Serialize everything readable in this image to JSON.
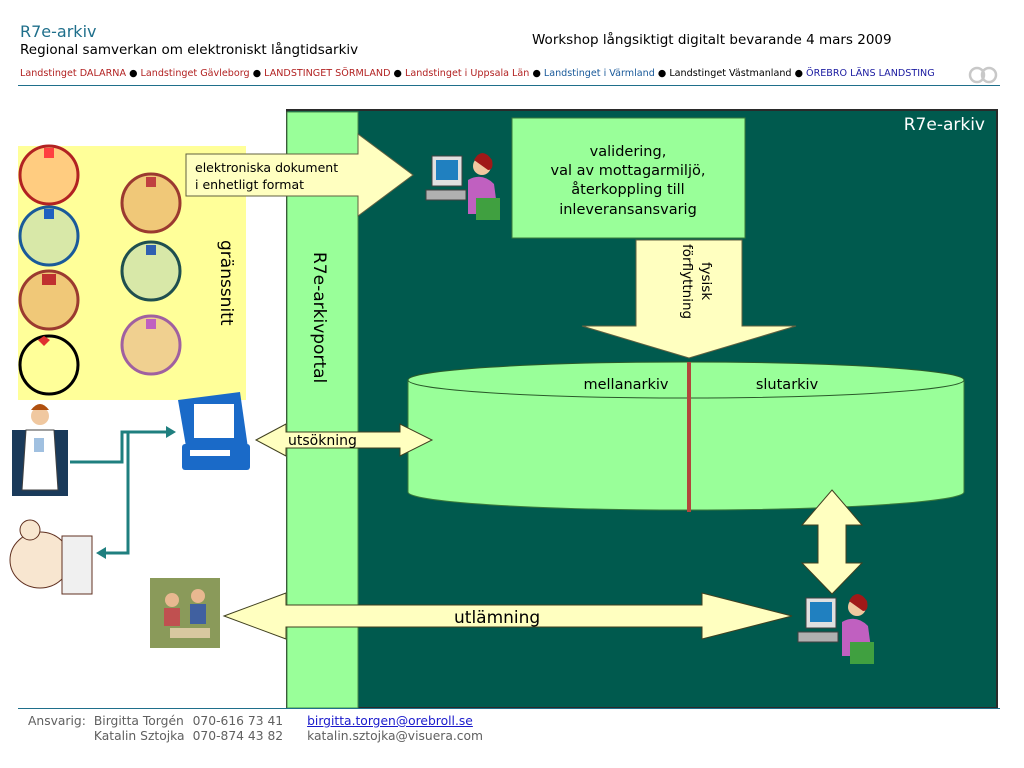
{
  "header": {
    "title": "R7e-arkiv",
    "subtitle": "Regional samverkan om elektroniskt långtidsarkiv",
    "workshop": "Workshop långsiktigt digitalt bevarande 4 mars 2009"
  },
  "counties": [
    {
      "name": "Landstinget DALARNA",
      "color": "#b22222"
    },
    {
      "name": "Landstinget Gävleborg",
      "color": "#b22222"
    },
    {
      "name": "LANDSTINGET SÖRMLAND",
      "color": "#b22222"
    },
    {
      "name": "Landstinget i Uppsala Län",
      "color": "#b22222"
    },
    {
      "name": "Landstinget i Värmland",
      "color": "#1a5a9a"
    },
    {
      "name": "Landstinget Västmanland",
      "color": "#000000"
    },
    {
      "name": "ÖREBRO LÄNS LANDSTING",
      "color": "#1a1aa0"
    }
  ],
  "diagram": {
    "archive_label": "R7e-arkiv",
    "portal_label": "R7e-arkivportal",
    "interface_label": "gränssnitt",
    "input_arrow_line1": "elektroniska dokument",
    "input_arrow_line2": "i enhetligt format",
    "validation_lines": [
      "validering,",
      "val av mottagarmiljö,",
      "återkoppling till",
      "inleveransansvarig"
    ],
    "move_label_line1": "fysisk",
    "move_label_line2": "förflyttning",
    "storage_left": "mellanarkiv",
    "storage_right": "slutarkiv",
    "search_label": "utsökning",
    "lend_label": "utlämning"
  },
  "footer": {
    "responsible_label": "Ansvarig:",
    "people": [
      {
        "name": "Birgitta Torgén",
        "phone": "070-616 73 41",
        "email": "birgitta.torgen@orebroll.se"
      },
      {
        "name": "Katalin Sztojka",
        "phone": "070-874 43 82",
        "email": "katalin.sztojka@visuera.com"
      }
    ]
  },
  "colors": {
    "archive_bg": "#005a4e",
    "portal_green": "#99ff99",
    "interface_yellow": "#ffff99",
    "accent_teal": "#1f6f8b",
    "divider_red": "#b2463c"
  }
}
